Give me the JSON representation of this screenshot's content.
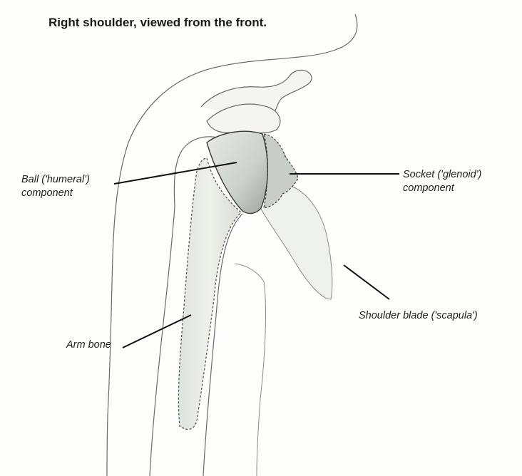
{
  "figure": {
    "title": "Right shoulder, viewed from the front.",
    "labels": {
      "ball": [
        "Ball ('humeral')",
        "component"
      ],
      "socket": [
        "Socket ('glenoid')",
        "component"
      ],
      "shoulder_blade": "Shoulder blade ('scapula')",
      "arm_bone": "Arm bone"
    },
    "colors": {
      "outline": "#5a5a5a",
      "bone_fill": "#eef0ea",
      "implant_fill": "#cfd3cf",
      "implant_shade": "#a9aea9",
      "leader_line": "#111111"
    }
  }
}
